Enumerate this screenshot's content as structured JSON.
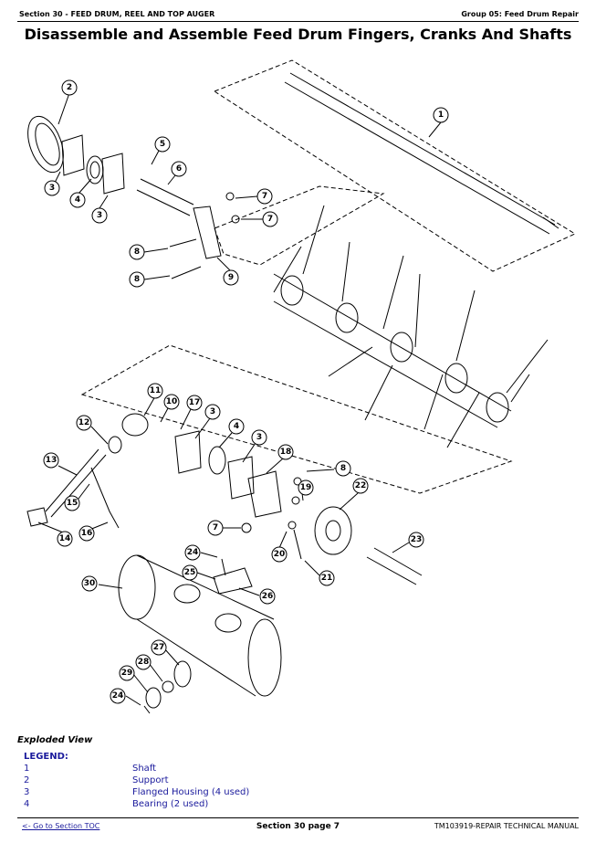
{
  "header": {
    "section": "Section 30 - FEED DRUM, REEL AND TOP AUGER",
    "group": "Group 05: Feed Drum Repair"
  },
  "title": "Disassemble and Assemble Feed Drum Fingers, Cranks And Shafts",
  "diagram": {
    "callouts": {
      "c1": "1",
      "c2": "2",
      "c3a": "3",
      "c3b": "3",
      "c4": "4",
      "c5": "5",
      "c6": "6",
      "c7a": "7",
      "c7b": "7",
      "c8a": "8",
      "c8b": "8",
      "c9": "9",
      "c11": "11",
      "c10": "10",
      "c17": "17",
      "c3c": "3",
      "c4b": "4",
      "c3d": "3",
      "c12": "12",
      "c13": "13",
      "c18": "18",
      "c8c": "8",
      "c22": "22",
      "c19": "19",
      "c15": "15",
      "c16": "16",
      "c14": "14",
      "c7c": "7",
      "c23": "23",
      "c20": "20",
      "c21": "21",
      "c24a": "24",
      "c25": "25",
      "c26": "26",
      "c30": "30",
      "c27": "27",
      "c28": "28",
      "c29": "29",
      "c24b": "24"
    }
  },
  "caption": "Exploded View",
  "legend": {
    "title": "LEGEND:",
    "items": [
      {
        "num": "1",
        "label": "Shaft"
      },
      {
        "num": "2",
        "label": "Support"
      },
      {
        "num": "3",
        "label": "Flanged Housing (4 used)"
      },
      {
        "num": "4",
        "label": "Bearing (2 used)"
      }
    ]
  },
  "footer": {
    "toc_link": "<- Go to Section TOC",
    "page": "Section 30 page 7",
    "manual": "TM103919-REPAIR TECHNICAL MANUAL"
  }
}
